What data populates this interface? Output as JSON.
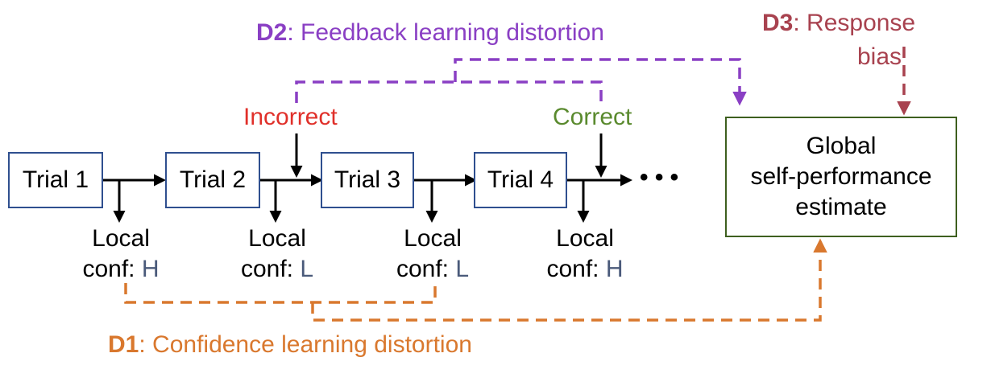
{
  "trials": [
    {
      "label": "Trial 1",
      "local_label": "Local",
      "conf_prefix": "conf:",
      "conf_level": "H"
    },
    {
      "label": "Trial 2",
      "local_label": "Local",
      "conf_prefix": "conf:",
      "conf_level": "L"
    },
    {
      "label": "Trial 3",
      "local_label": "Local",
      "conf_prefix": "conf:",
      "conf_level": "L"
    },
    {
      "label": "Trial 4",
      "local_label": "Local",
      "conf_prefix": "conf:",
      "conf_level": "H"
    }
  ],
  "continuation": "• • •",
  "feedback": {
    "incorrect": "Incorrect",
    "correct": "Correct"
  },
  "global_box": {
    "line1": "Global",
    "line2": "self-performance",
    "line3": "estimate"
  },
  "distortions": {
    "d1": {
      "tag": "D1",
      "text": ": Confidence learning distortion"
    },
    "d2": {
      "tag": "D2",
      "text": ": Feedback learning distortion"
    },
    "d3": {
      "tag": "D3",
      "text": ": Response",
      "text2": "bias"
    }
  },
  "colors": {
    "trial_border": "#2f4f8f",
    "global_border": "#3e5f1f",
    "incorrect": "#e0302a",
    "correct": "#5a8a2e",
    "d1": "#d9782e",
    "d2": "#8a3fc4",
    "d3": "#a8424f",
    "conf_level": "#4a5a7a"
  }
}
